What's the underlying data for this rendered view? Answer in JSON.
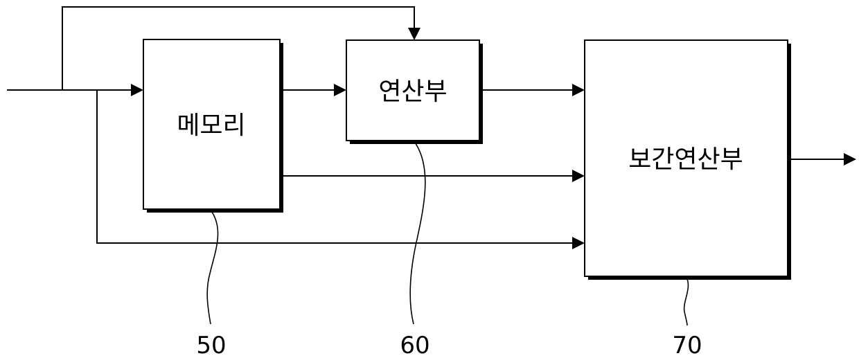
{
  "blocks": {
    "memory": {
      "label": "메모리",
      "ref": "50"
    },
    "operation_unit": {
      "label": "연산부",
      "ref": "60"
    },
    "interpolation_unit": {
      "label": "보간연산부",
      "ref": "70"
    }
  },
  "colors": {
    "line": "#000000",
    "background": "#ffffff"
  }
}
